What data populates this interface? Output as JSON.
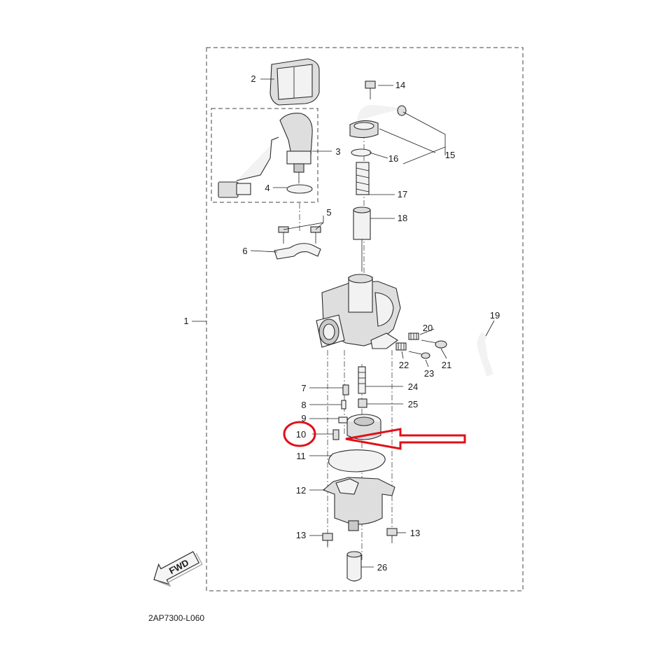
{
  "diagram_code": "2AP7300-L060",
  "fwd_label": "FWD",
  "highlight": {
    "color": "#e0101a",
    "part": "10"
  },
  "callouts": {
    "c1": "1",
    "c2": "2",
    "c3": "3",
    "c4": "4",
    "c5": "5",
    "c6": "6",
    "c7": "7",
    "c8": "8",
    "c9": "9",
    "c10": "10",
    "c11": "11",
    "c12": "12",
    "c13a": "13",
    "c13b": "13",
    "c14": "14",
    "c15": "15",
    "c16": "16",
    "c17": "17",
    "c18": "18",
    "c19": "19",
    "c20": "20",
    "c21": "21",
    "c22": "22",
    "c23": "23",
    "c24": "24",
    "c25": "25",
    "c26": "26"
  }
}
